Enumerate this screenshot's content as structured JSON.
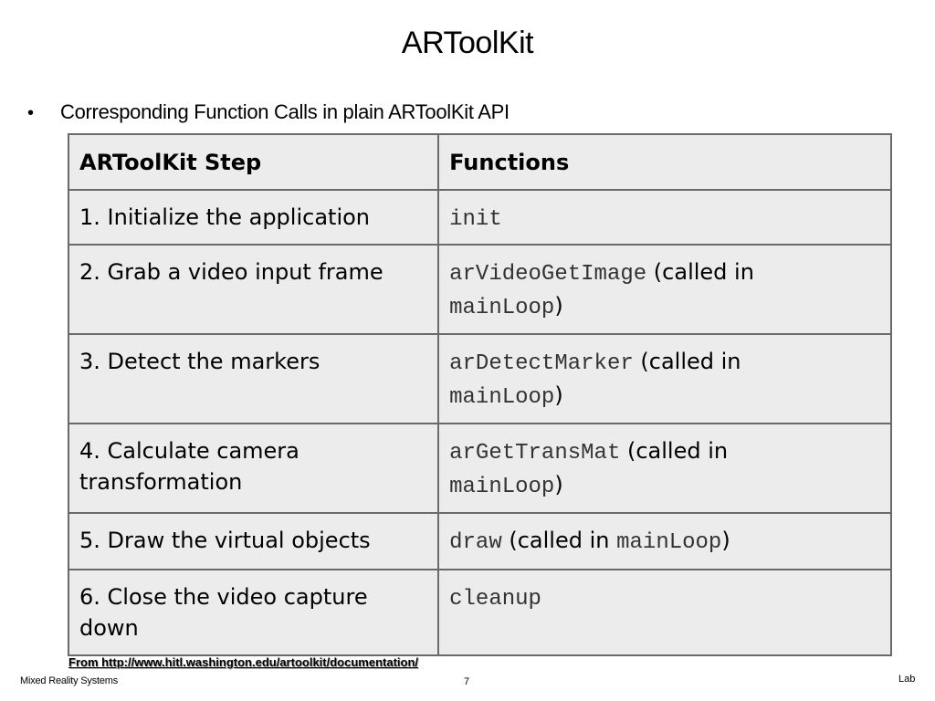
{
  "slide": {
    "title": "ARToolKit",
    "bullet": "Corresponding Function Calls in plain ARToolKit API"
  },
  "table": {
    "headers": [
      "ARToolKit Step",
      "Functions"
    ],
    "called_in": "(called in",
    "close_paren": ")",
    "rows": [
      {
        "step": "1. Initialize the application",
        "func": "init",
        "loop": ""
      },
      {
        "step": "2. Grab a video input frame",
        "func": "arVideoGetImage",
        "loop": "mainLoop"
      },
      {
        "step": "3. Detect the markers",
        "func": "arDetectMarker",
        "loop": "mainLoop"
      },
      {
        "step": "4. Calculate camera transformation",
        "func": "arGetTransMat",
        "loop": "mainLoop"
      },
      {
        "step": "5. Draw the virtual objects",
        "func": "draw",
        "loop": "mainLoop"
      },
      {
        "step": "6. Close the video capture down",
        "func": "cleanup",
        "loop": ""
      }
    ]
  },
  "source": "From http://www.hitl.washington.edu/artoolkit/documentation/",
  "footer": {
    "left": "Mixed Reality Systems",
    "page_number": "7",
    "right": "Lab"
  }
}
